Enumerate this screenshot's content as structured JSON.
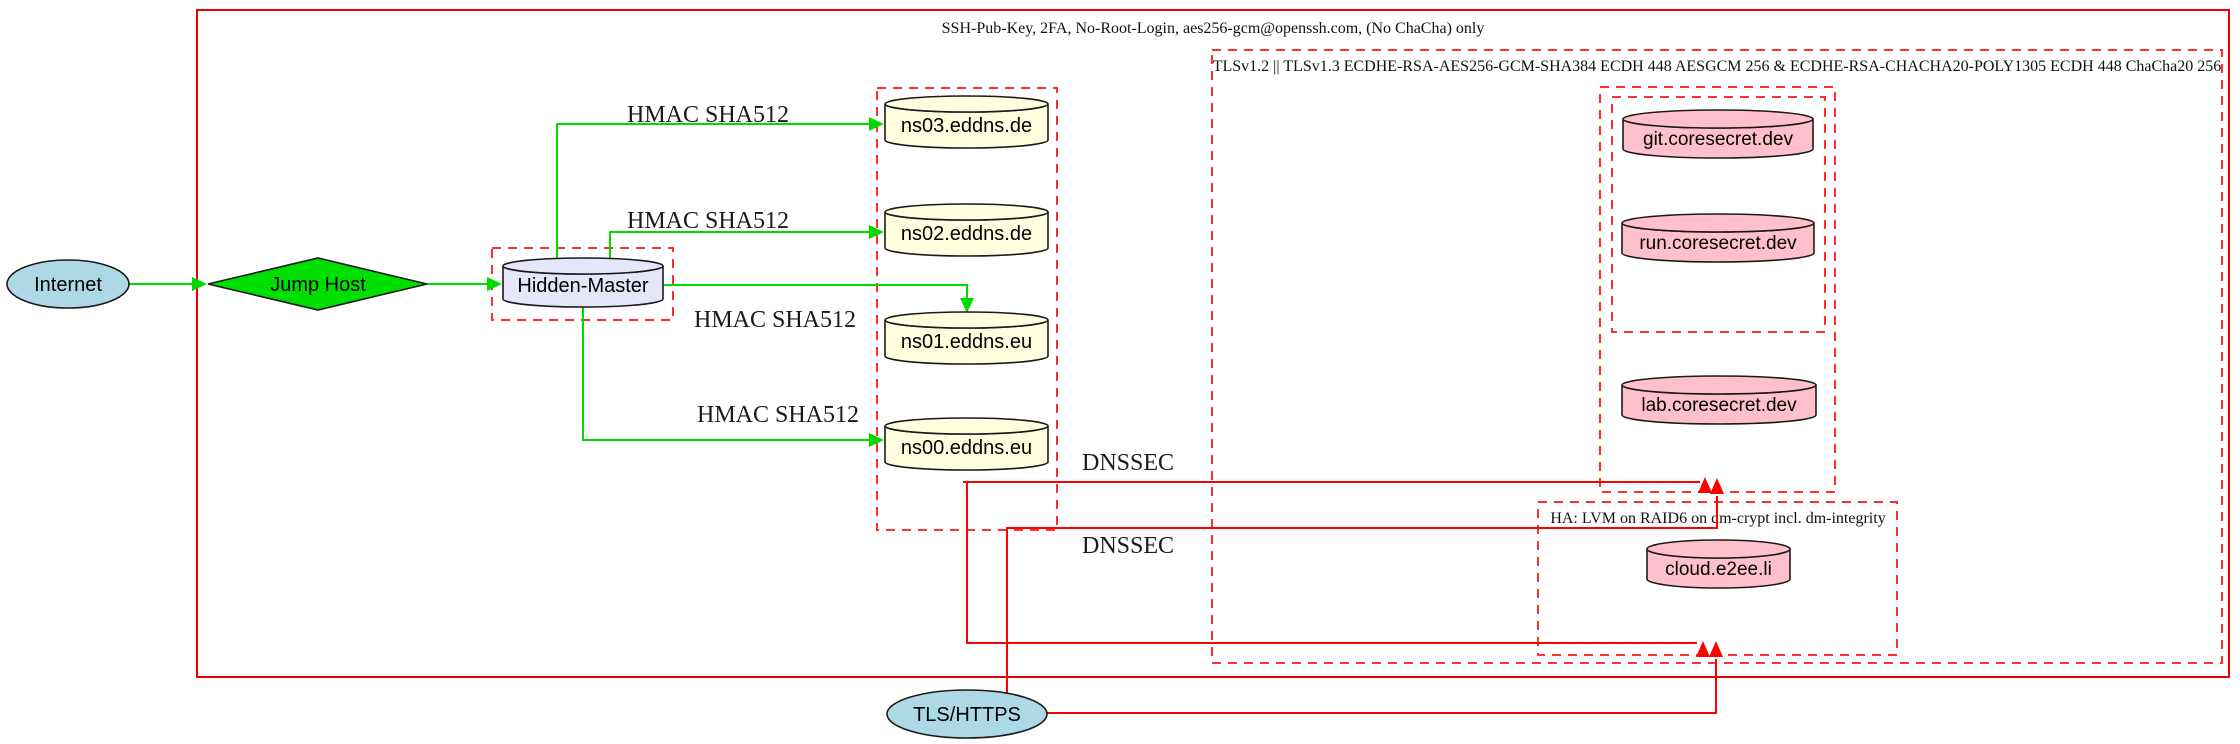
{
  "diagram": {
    "clusters": {
      "ssh": {
        "label": "SSH-Pub-Key, 2FA, No-Root-Login, aes256-gcm@openssh.com, (No ChaCha) only",
        "border_color": "#ee0000",
        "style": "solid"
      },
      "tls": {
        "label": "TLSv1.2 || TLSv1.3 ECDHE-RSA-AES256-GCM-SHA384 ECDH 448 AESGCM 256 & ECDHE-RSA-CHACHA20-POLY1305 ECDH 448 ChaCha20 256",
        "border_color": "#ff2f2f",
        "style": "dashed"
      },
      "ha": {
        "label": "HA: LVM on RAID6 on dm-crypt incl. dm-integrity",
        "border_color": "#ff2f2f",
        "style": "dashed"
      },
      "dns": {
        "label": "",
        "border_color": "#ff2f2f",
        "style": "dashed"
      },
      "dmz": {
        "label": "",
        "border_color": "#ff2f2f",
        "style": "dashed"
      },
      "dev_outer": {
        "label": "",
        "border_color": "#ff2f2f",
        "style": "dashed"
      },
      "dev_inner": {
        "label": "",
        "border_color": "#ff2f2f",
        "style": "dashed"
      }
    },
    "nodes": {
      "internet": {
        "label": "Internet",
        "shape": "ellipse",
        "fill": "#add8e6"
      },
      "jump_host": {
        "label": "Jump Host",
        "shape": "diamond",
        "fill": "#00e000"
      },
      "hidden_master": {
        "label": "Hidden-Master",
        "shape": "cylinder",
        "fill": "#e6e6fa"
      },
      "ns03": {
        "label": "ns03.eddns.de",
        "shape": "cylinder",
        "fill": "#ffffe0"
      },
      "ns02": {
        "label": "ns02.eddns.de",
        "shape": "cylinder",
        "fill": "#ffffe0"
      },
      "ns01": {
        "label": "ns01.eddns.eu",
        "shape": "cylinder",
        "fill": "#ffffe0"
      },
      "ns00": {
        "label": "ns00.eddns.eu",
        "shape": "cylinder",
        "fill": "#ffffe0"
      },
      "git": {
        "label": "git.coresecret.dev",
        "shape": "cylinder",
        "fill": "#ffc0cb"
      },
      "run": {
        "label": "run.coresecret.dev",
        "shape": "cylinder",
        "fill": "#ffc0cb"
      },
      "lab": {
        "label": "lab.coresecret.dev",
        "shape": "cylinder",
        "fill": "#ffc0cb"
      },
      "cloud": {
        "label": "cloud.e2ee.li",
        "shape": "cylinder",
        "fill": "#ffc0cb"
      },
      "tls_https": {
        "label": "TLS/HTTPS",
        "shape": "ellipse",
        "fill": "#add8e6"
      }
    },
    "edge_labels": {
      "hmac": [
        "HMAC SHA512",
        "HMAC SHA512",
        "HMAC SHA512",
        "HMAC SHA512"
      ],
      "dnssec": [
        "DNSSEC",
        "DNSSEC"
      ]
    },
    "colors": {
      "secure_edge_green": "#00da00",
      "red_edge": "#ff0000",
      "solid_cluster_red": "#ee0000",
      "dashed_cluster_red": "#ff2f2f",
      "node_lightblue": "#add8e6",
      "node_lightyellow": "#ffffe0",
      "node_lavender": "#e6e6fa",
      "node_pink": "#ffc0cb",
      "node_green": "#00e000"
    }
  }
}
